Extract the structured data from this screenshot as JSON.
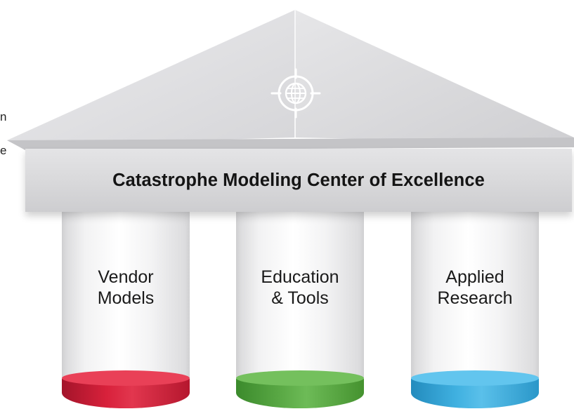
{
  "edge_text": {
    "line1": "n",
    "line2": "e"
  },
  "roof": {
    "icon": "globe-target-icon"
  },
  "beam": {
    "title": "Catastrophe Modeling Center of Excellence"
  },
  "pillars": [
    {
      "line1": "Vendor",
      "line2": "Models",
      "base_color": "#d8213b"
    },
    {
      "line1": "Education",
      "line2": "& Tools",
      "base_color": "#5aa945"
    },
    {
      "line1": "Applied",
      "line2": "Research",
      "base_color": "#3fb0e0"
    }
  ]
}
